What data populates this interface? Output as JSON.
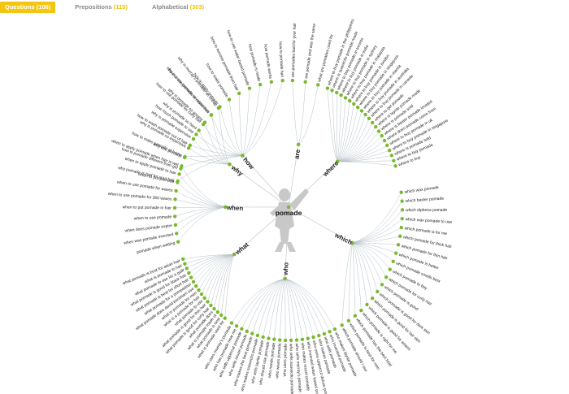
{
  "tabs": [
    {
      "label": "Questions",
      "count": "(106)",
      "active": true
    },
    {
      "label": "Prepositions",
      "count": "(115)",
      "active": false
    },
    {
      "label": "Alphabetical",
      "count": "(303)",
      "active": false
    }
  ],
  "colors": {
    "accent": "#f2c511",
    "node": "#7ab830",
    "link": "#b7c1c9"
  },
  "keyword": "pomade",
  "branches": [
    {
      "name": "how",
      "leaves": [
        "why pomade is bad for your hair",
        "how is pomade different from gel",
        "how to make pomade at home",
        "how to wash pomade out of hair",
        "how much pomade to use",
        "how to use pomade for curly hair",
        "how to use pomade on short hair",
        "how to apply pomade",
        "how to make pomade",
        "how to remove pomade from hair",
        "how to use water based pomade",
        "how pomade is made",
        "how pomade works",
        "how to pomade hair"
      ]
    },
    {
      "name": "are",
      "leaves": [
        "are pomades bad for your hair",
        "are pomade and wax the same",
        "what are pomades used for"
      ]
    },
    {
      "name": "where",
      "leaves": [
        "where to buy pomade in the philippines",
        "where is suavecito pomade made",
        "where to buy pomade in toronto",
        "where to buy pomade in india",
        "where to buy pomade in sydney",
        "where to buy pomade in malaysia",
        "where to buy pomade in london",
        "where to buy pomade in singapore",
        "where to buy pomade in manila",
        "where to buy pomade in australia",
        "where to buy pomade in canada",
        "where to get pomade",
        "where is layrite pomade made",
        "where is pomade sold",
        "where is baxter pomade located",
        "where does pomade come from",
        "where to buy pomade in uk",
        "where to buy pomade in singapore",
        "where is pomade sold",
        "where to buy pomade",
        "where to buy"
      ]
    },
    {
      "name": "which",
      "leaves": [
        "which wax pomade",
        "which baxter pomade",
        "which dipbrow pomade",
        "which wax pomade to use",
        "which pomade is for me",
        "which pomade for thick hair",
        "which pomade for thin hair",
        "which pomade is better",
        "which pomade smells best",
        "which pomade to buy",
        "which pomade for curly hair",
        "which pomade is good",
        "which pomade is good for dark skin",
        "which pomade is good for fair skin",
        "which pomade is good for asians",
        "which pomade is right for me",
        "which pomade has the best hold",
        "which pomade is best for men",
        "which pomade should i use"
      ]
    },
    {
      "name": "who",
      "leaves": [
        "who makes layrite pomade",
        "who invented pomade",
        "who sells pomade",
        "who makes pomade",
        "who owns uppercut deluxe pomade",
        "who invented water based pomade",
        "who makes reuzel pomade",
        "who sells murray's pomade",
        "who sells suavecito pomade",
        "who uses pomade",
        "who wears pomade",
        "who needs pomade",
        "who should use pomade",
        "who sells layrite pomade",
        "who makes suavecito pomade",
        "who makes the best pomade",
        "who sells reuzel pomade",
        "who sells uppercut pomade",
        "who has pomade near me",
        "who uses murray's pomade"
      ]
    },
    {
      "name": "what",
      "leaves": [
        "what is pomade used for",
        "what pomade is best",
        "what is pomade made of",
        "what pomade does",
        "what pomade is good for curly hair",
        "what pomade is good for thin hair",
        "what pomade to use",
        "what is a pomade for hair",
        "what is pomade for men",
        "what pomade does david beckham use",
        "what pomade for a pompadour",
        "what pomade is best for short hair",
        "what pomade is good for black hair",
        "what pomade to use for a quiff",
        "what is pomade in hair",
        "what pomade is best for asian hair"
      ]
    },
    {
      "name": "when",
      "leaves": [
        "pomade when wetting",
        "when was pomade invented",
        "when does pomade expire",
        "when to use pomade",
        "when to put pomade in hair",
        "when to use pomade for 360 waves",
        "when to use pomade for waves",
        "when to put pomade",
        "when to apply pomade to hair",
        "when to apply pomade when hair is wet"
      ]
    },
    {
      "name": "why",
      "leaves": [
        "why use pomade",
        "why is pomade so expensive",
        "why is pomade expensive",
        "why is pomade so hard",
        "why is pomade so greasy",
        "why is crew pomade so expensive",
        "why is murray's pomade so cheap"
      ]
    }
  ]
}
